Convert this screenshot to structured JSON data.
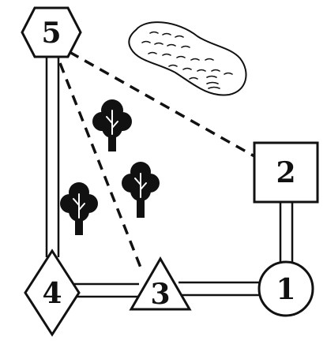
{
  "colors": {
    "ink": "#111111",
    "paper": "#ffffff"
  },
  "nodes": [
    {
      "id": "1",
      "label": "1",
      "shape": "circle"
    },
    {
      "id": "2",
      "label": "2",
      "shape": "square"
    },
    {
      "id": "3",
      "label": "3",
      "shape": "triangle"
    },
    {
      "id": "4",
      "label": "4",
      "shape": "diamond"
    },
    {
      "id": "5",
      "label": "5",
      "shape": "hexagon"
    }
  ],
  "paths": [
    {
      "from": "1",
      "to": "3",
      "style": "double-line"
    },
    {
      "from": "3",
      "to": "4",
      "style": "double-line"
    },
    {
      "from": "4",
      "to": "5",
      "style": "double-line"
    },
    {
      "from": "1",
      "to": "2",
      "style": "double-line"
    },
    {
      "from": "5",
      "to": "2",
      "style": "dashed"
    },
    {
      "from": "5",
      "to": "3",
      "style": "dashed"
    }
  ],
  "features": [
    {
      "type": "lake",
      "icon": "lake-icon"
    },
    {
      "type": "tree",
      "icon": "tree-icon",
      "count": 3
    }
  ]
}
